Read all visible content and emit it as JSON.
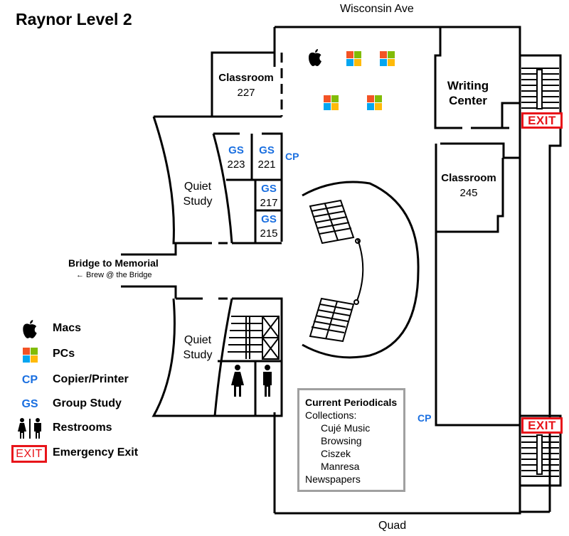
{
  "map": {
    "title": "Raynor Level 2",
    "streets": {
      "north": "Wisconsin Ave",
      "south": "Quad"
    },
    "rooms": [
      {
        "id": "classroom-227",
        "name": "Classroom",
        "number": "227"
      },
      {
        "id": "writing-center",
        "name": "Writing Center",
        "line1": "Writing",
        "line2": "Center"
      },
      {
        "id": "classroom-245",
        "name": "Classroom",
        "number": "245"
      },
      {
        "id": "quiet-study-north",
        "line1": "Quiet",
        "line2": "Study"
      },
      {
        "id": "quiet-study-south",
        "line1": "Quiet",
        "line2": "Study"
      }
    ],
    "group_study_rooms": [
      {
        "code": "GS",
        "number": "223"
      },
      {
        "code": "GS",
        "number": "221"
      },
      {
        "code": "GS",
        "number": "217"
      },
      {
        "code": "GS",
        "number": "215"
      }
    ],
    "copier_markers": [
      "CP",
      "CP"
    ],
    "exits": [
      "EXIT",
      "EXIT"
    ],
    "bridge": {
      "label": "Bridge to Memorial",
      "sublabel": "← Brew @ the Bridge"
    },
    "computers": {
      "macs": 1,
      "pcs": 4,
      "icons": [
        "apple-icon",
        "windows-icon"
      ]
    },
    "periodicals": {
      "heading": "Current Periodicals",
      "collections_label": "Collections:",
      "collections": [
        "Cujé Music",
        "Browsing",
        "Ciszek",
        "Manresa"
      ],
      "footer": "Newspapers"
    }
  },
  "legend": [
    {
      "icon": "apple-icon",
      "label": "Macs"
    },
    {
      "icon": "windows-icon",
      "label": "PCs"
    },
    {
      "icon": "CP",
      "label": "Copier/Printer"
    },
    {
      "icon": "GS",
      "label": "Group Study"
    },
    {
      "icon": "restroom-icon",
      "label": "Restrooms"
    },
    {
      "icon": "EXIT",
      "label": "Emergency Exit"
    }
  ],
  "colors": {
    "accent_blue": "#1a6fe0",
    "exit_red": "#e8141a",
    "box_border": "#a0a0a0",
    "win_red": "#f35325",
    "win_green": "#81bc06",
    "win_blue": "#05a6f0",
    "win_yellow": "#ffba08"
  }
}
